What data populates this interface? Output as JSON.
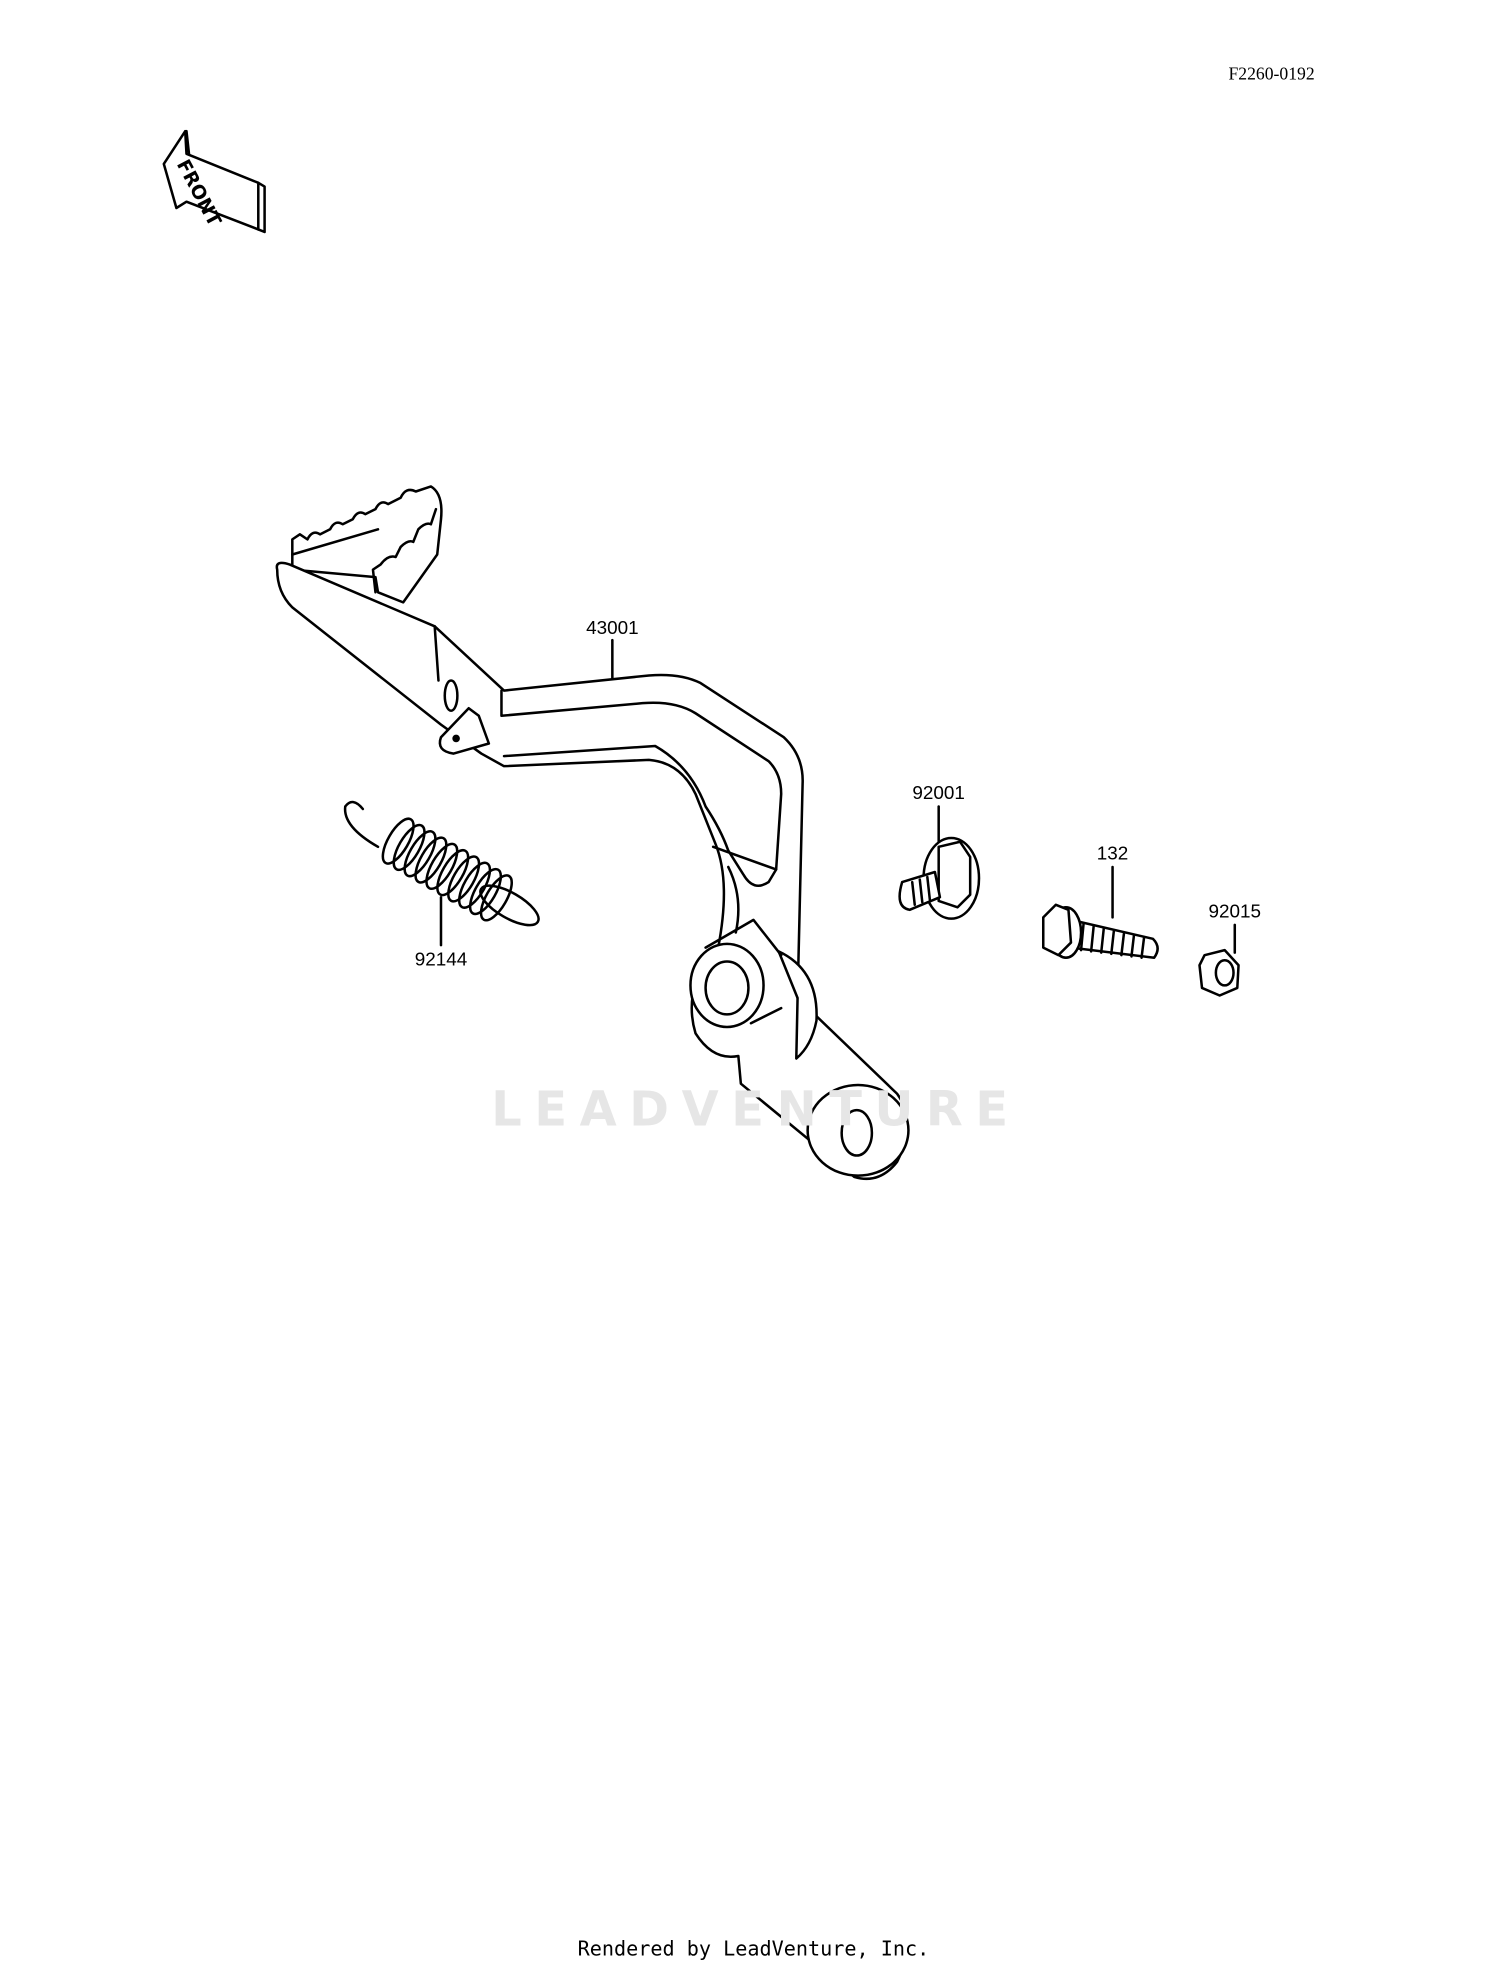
{
  "figure_id": "F2260-0192",
  "front_arrow": {
    "label": "FRONT",
    "icon": "front-direction-arrow-icon"
  },
  "parts": [
    {
      "number": "43001",
      "name_icon": "brake-pedal-icon"
    },
    {
      "number": "92144",
      "name_icon": "spring-icon"
    },
    {
      "number": "92001",
      "name_icon": "washer-bolt-icon"
    },
    {
      "number": "132",
      "name_icon": "flange-bolt-icon"
    },
    {
      "number": "92015",
      "name_icon": "nut-icon"
    }
  ],
  "watermark": "LEADVENTURE",
  "footer": "Rendered by LeadVenture, Inc."
}
